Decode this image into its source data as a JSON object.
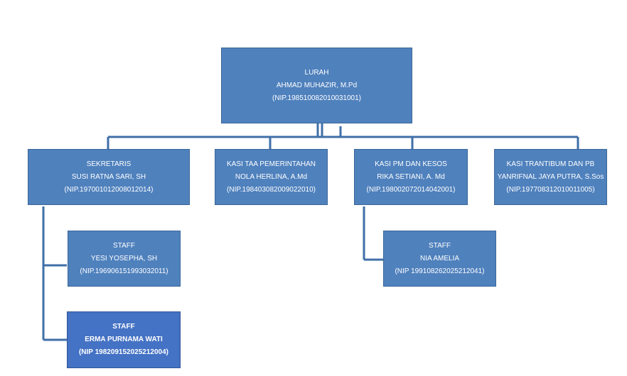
{
  "lurah": {
    "title": "LURAH",
    "name": "AHMAD MUHAZIR, M.Pd",
    "nip": "(NIP.198510082010031001)"
  },
  "sekretaris": {
    "title": "SEKRETARIS",
    "name": "SUSI RATNA SARI, SH",
    "nip": "(NIP.197001012008012014)"
  },
  "kasi_taa": {
    "title": "KASI TAA PEMERINTAHAN",
    "name": "NOLA HERLINA, A.Md",
    "nip": "(NIP.198403082009022010)"
  },
  "kasi_pm": {
    "title": "KASI PM DAN KESOS",
    "name": "RIKA SETIANI, A. Md",
    "nip": "(NIP.198002072014042001)"
  },
  "kasi_trantibum": {
    "title": "KASI TRANTIBUM DAN PB",
    "name": "YANRIFNAL JAYA PUTRA, S.Sos",
    "nip": "(NIP.197708312010011005)"
  },
  "staff_yesi": {
    "title": "STAFF",
    "name": "YESI YOSEPHA, SH",
    "nip": "(NIP.196906151993032011)"
  },
  "staff_erma": {
    "title": "STAFF",
    "name": "ERMA PURNAMA WATI",
    "nip": "(NIP 198209152025212004)"
  },
  "staff_nia": {
    "title": "STAFF",
    "name": "NIA AMELIA",
    "nip": "(NIP 199108262025212041)"
  }
}
